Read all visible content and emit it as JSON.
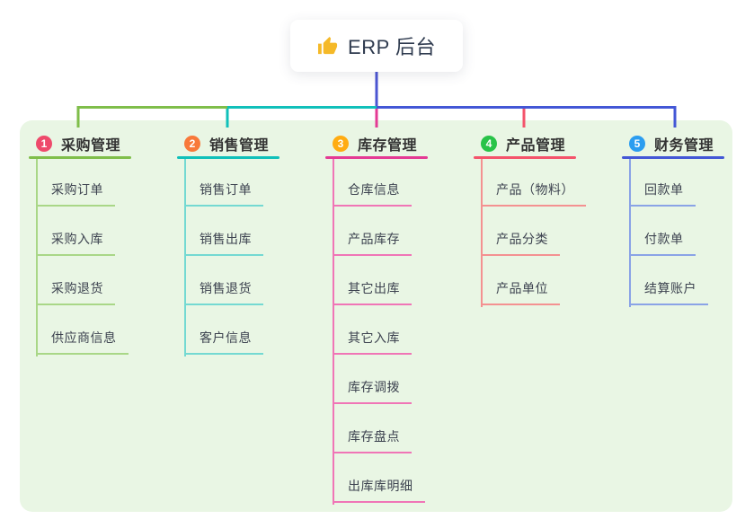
{
  "root": {
    "label": "ERP 后台",
    "icon": "thumbs-up-icon",
    "icon_color": "#f5b928",
    "connector_color": "#4b55d2"
  },
  "colors": {
    "canvas_bg": "#ffffff",
    "panel_bg": "#e9f6e4",
    "root_text": "#2e3a4e",
    "branch_label_text": "#333333",
    "child_text": "#3d4350"
  },
  "branches": [
    {
      "num": "1",
      "label": "采购管理",
      "badge_color": "#ee4a6b",
      "line_color": "#7fbe4a",
      "child_line_color": "#a9d787",
      "children": [
        "采购订单",
        "采购入库",
        "采购退货",
        "供应商信息"
      ]
    },
    {
      "num": "2",
      "label": "销售管理",
      "badge_color": "#f8793a",
      "line_color": "#10c0ba",
      "child_line_color": "#74d9d2",
      "children": [
        "销售订单",
        "销售出库",
        "销售退货",
        "客户信息"
      ]
    },
    {
      "num": "3",
      "label": "库存管理",
      "badge_color": "#ffac12",
      "line_color": "#e43a94",
      "child_line_color": "#f075b6",
      "children": [
        "仓库信息",
        "产品库存",
        "其它出库",
        "其它入库",
        "库存调拨",
        "库存盘点",
        "出库库明细"
      ]
    },
    {
      "num": "4",
      "label": "产品管理",
      "badge_color": "#28c348",
      "line_color": "#f4536b",
      "child_line_color": "#f49191",
      "children": [
        "产品（物料）",
        "产品分类",
        "产品单位"
      ]
    },
    {
      "num": "5",
      "label": "财务管理",
      "badge_color": "#2b9df0",
      "line_color": "#4357d6",
      "child_line_color": "#8aa3e6",
      "children": [
        "回款单",
        "付款单",
        "结算账户"
      ]
    }
  ]
}
